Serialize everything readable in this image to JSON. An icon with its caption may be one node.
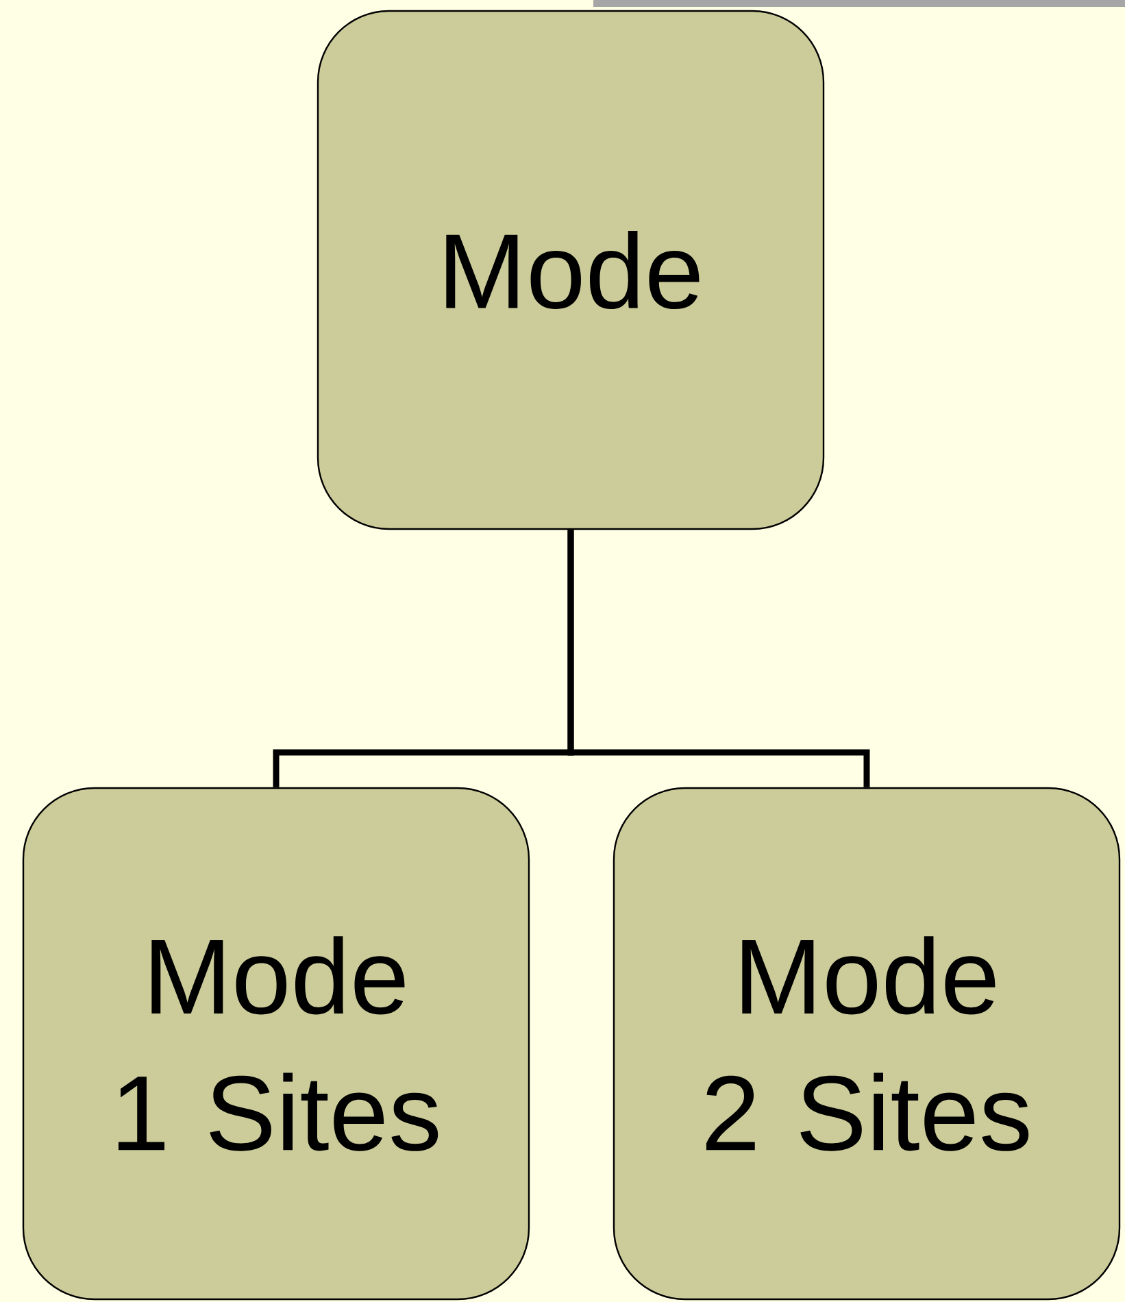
{
  "diagram": {
    "nodes": [
      {
        "text": [
          "Mode"
        ]
      },
      {
        "text": [
          "Mode 1 Sites"
        ]
      },
      {
        "text": [
          "Mode 2 Sites"
        ]
      }
    ],
    "edges": [
      {
        "from": 0,
        "to": 1,
        "arrow": "none"
      },
      {
        "from": 0,
        "to": 2,
        "arrow": "none"
      }
    ]
  }
}
